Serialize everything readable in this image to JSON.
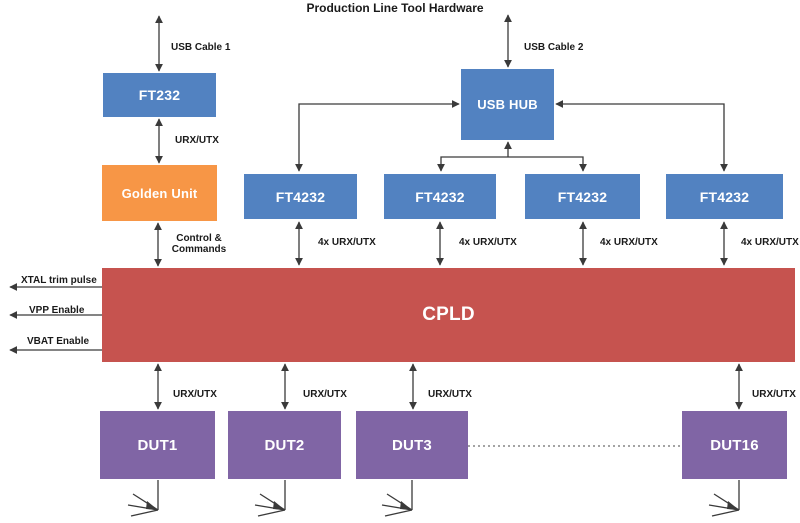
{
  "title": "Production Line Tool Hardware",
  "blocks": {
    "ft232": "FT232",
    "golden_unit": "Golden Unit",
    "usb_hub": "USB HUB",
    "ft4232": "FT4232",
    "cpld": "CPLD",
    "dut1": "DUT1",
    "dut2": "DUT2",
    "dut3": "DUT3",
    "dut16": "DUT16"
  },
  "labels": {
    "usb_cable_1": "USB Cable 1",
    "usb_cable_2": "USB Cable 2",
    "urx_utx": "URX/UTX",
    "control_line1": "Control &",
    "control_line2": "Commands",
    "four_x_urx_utx": "4x URX/UTX",
    "xtal_trim_pulse": "XTAL trim pulse",
    "vpp_enable": "VPP Enable",
    "vbat_enable": "VBAT Enable"
  },
  "colors": {
    "block_blue": "#5282C1",
    "block_orange": "#F79646",
    "block_red": "#C6534F",
    "block_purple": "#8065A5",
    "connector": "#3A3A3A"
  }
}
